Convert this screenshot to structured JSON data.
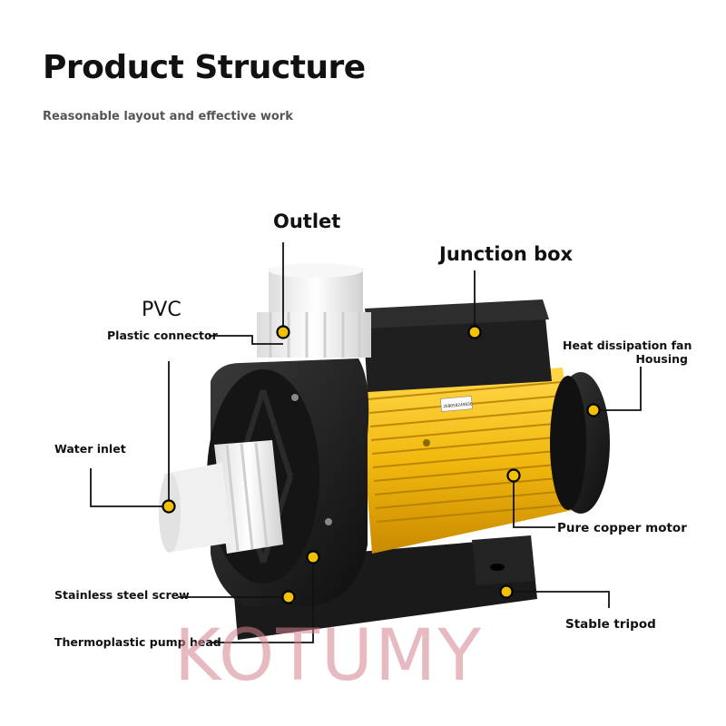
{
  "header": {
    "title": "Product Structure",
    "subtitle": "Reasonable layout and effective work"
  },
  "labels": {
    "outlet": "Outlet",
    "junction_box": "Junction box",
    "pvc": "PVC",
    "plastic_connector": "Plastic connector",
    "heat_fan_line1": "Heat dissipation fan",
    "heat_fan_line2": "Housing",
    "water_inlet": "Water inlet",
    "copper_motor": "Pure copper motor",
    "stainless_screw": "Stainless steel screw",
    "stable_tripod": "Stable tripod",
    "pump_head": "Thermoplastic pump head"
  },
  "nameplate": "260050249036",
  "watermark": "KOTUMY",
  "colors": {
    "marker": "#f2c200",
    "motor_yellow": "#f2b90f",
    "pump_black": "#1c1c1c",
    "pvc_white": "#f4f4f4",
    "watermark": "#d9868f"
  }
}
